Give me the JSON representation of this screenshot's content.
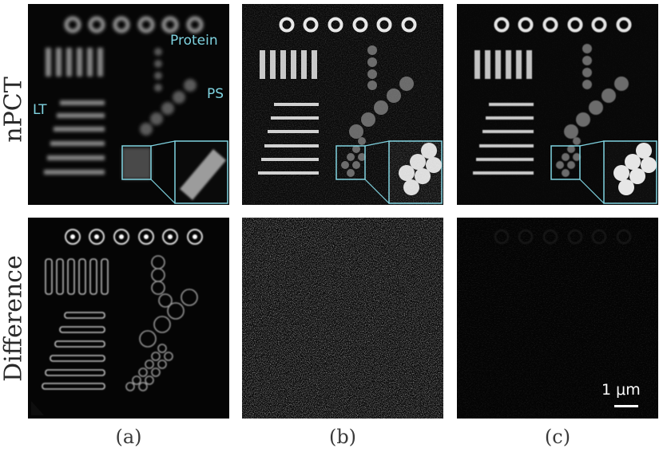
{
  "row_labels": {
    "top": "nPCT",
    "bottom": "Difference"
  },
  "column_labels": [
    "(a)",
    "(b)",
    "(c)"
  ],
  "annotations": {
    "protein": "Protein",
    "ps": "PS",
    "lt": "LT"
  },
  "scale_bar": {
    "label": "1 μm"
  },
  "colors": {
    "annotation": "#7fd3e0",
    "background": "#050505"
  }
}
